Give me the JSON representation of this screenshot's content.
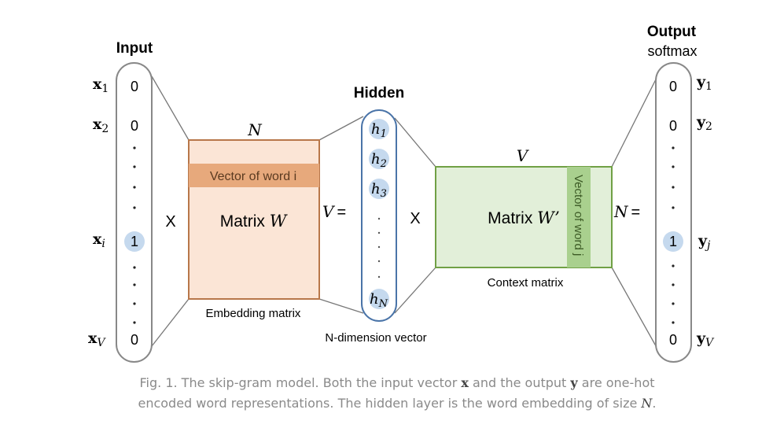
{
  "input": {
    "title": "Input",
    "labels": [
      {
        "base": "x",
        "sub": "1"
      },
      {
        "base": "x",
        "sub": "2"
      },
      {
        "base": "x",
        "sub": "i"
      },
      {
        "base": "x",
        "sub": "V"
      }
    ],
    "values": [
      "0",
      "0",
      "1",
      "0"
    ]
  },
  "hidden": {
    "title": "Hidden",
    "units": [
      {
        "base": "h",
        "sub": "1"
      },
      {
        "base": "h",
        "sub": "2"
      },
      {
        "base": "h",
        "sub": "3"
      },
      {
        "base": "h",
        "sub": "N"
      }
    ],
    "caption": "N-dimension vector"
  },
  "output": {
    "title": "Output",
    "subtitle": "softmax",
    "labels": [
      {
        "base": "y",
        "sub": "1"
      },
      {
        "base": "y",
        "sub": "2"
      },
      {
        "base": "y",
        "sub": "j"
      },
      {
        "base": "y",
        "sub": "V"
      }
    ],
    "values": [
      "0",
      "0",
      "1",
      "0"
    ]
  },
  "embedding": {
    "dim_label": "N",
    "row_dim_label": "V",
    "equals": "=",
    "word_row_label": "Vector of word i",
    "matrix_prefix": "Matrix ",
    "matrix_var": "W",
    "caption": "Embedding matrix"
  },
  "context": {
    "dim_label": "V",
    "row_dim_label": "N",
    "equals": "=",
    "word_col_label": "Vector of word j",
    "matrix_prefix": "Matrix ",
    "matrix_var": "W’",
    "caption": "Context matrix"
  },
  "operators": {
    "times_1": "X",
    "times_2": "X"
  },
  "colors": {
    "embedding_fill": "#fbe5d6",
    "embedding_stroke": "#b8774a",
    "word_row_fill": "#e7a97c",
    "context_fill": "#e2efd9",
    "context_stroke": "#70a045",
    "word_col_fill": "#a9d08e",
    "hidden_stroke": "#4a74a8",
    "unit_fill": "#c5d9ee",
    "caption_text": "#8a8a8a"
  },
  "figure_caption": {
    "p1": "Fig. 1. The skip-gram model. Both the input vector ",
    "v1": "x",
    "p2": " and the output ",
    "v2": "y",
    "p3": " are one-hot encoded word representations. The hidden layer is the word embedding of size ",
    "v3": "N",
    "p4": "."
  }
}
